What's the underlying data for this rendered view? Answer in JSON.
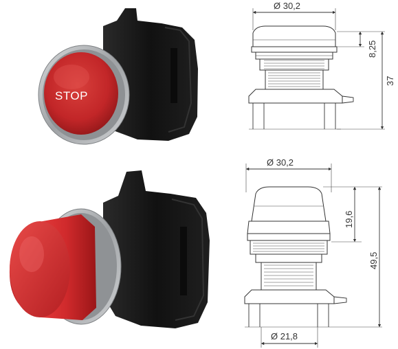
{
  "products": [
    {
      "id": "flush",
      "cap_label": "STOP",
      "colors": {
        "cap": "#c8282a",
        "ring": "#a9acae",
        "housing": "#141414"
      }
    },
    {
      "id": "extended",
      "colors": {
        "cap": "#d42a2c",
        "ring": "#a9acae",
        "housing": "#141414"
      }
    }
  ],
  "drawings": {
    "top": {
      "diameter": "Ø 30,2",
      "cap_height": "8,25",
      "total_height": "37"
    },
    "bottom": {
      "diameter": "Ø 30,2",
      "cap_height": "19,6",
      "total_height": "49,5",
      "base_diameter": "Ø 21,8"
    }
  }
}
